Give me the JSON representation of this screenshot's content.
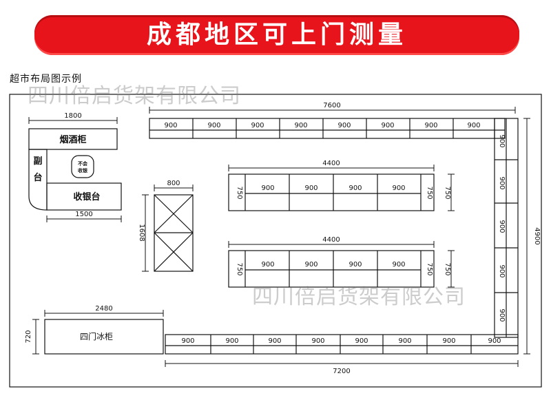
{
  "header": {
    "title": "成都地区可上门测量"
  },
  "legend": {
    "title": "超市布局图示例"
  },
  "watermark": {
    "text": "四川倍启货架有限公司"
  },
  "colors": {
    "banner": "#e8141b",
    "line": "#111111"
  },
  "dimensions": {
    "top_total": "7600",
    "cashier_width": "1800",
    "cashier_counter": "1500",
    "frame_width": "800",
    "frame_height": "1608",
    "island_width": "4400",
    "right_height": "4900",
    "fridge_width": "2480",
    "fridge_height": "720",
    "bottom_total": "7200",
    "end_cap": "750",
    "unit": "900"
  },
  "labels": {
    "cigarette_cabinet": "烟酒柜",
    "side_counter_1": "副",
    "side_counter_2": "台",
    "cashier": "收银台",
    "fridge": "四门冰柜",
    "sign_line1": "不会",
    "sign_line2": "收银"
  }
}
